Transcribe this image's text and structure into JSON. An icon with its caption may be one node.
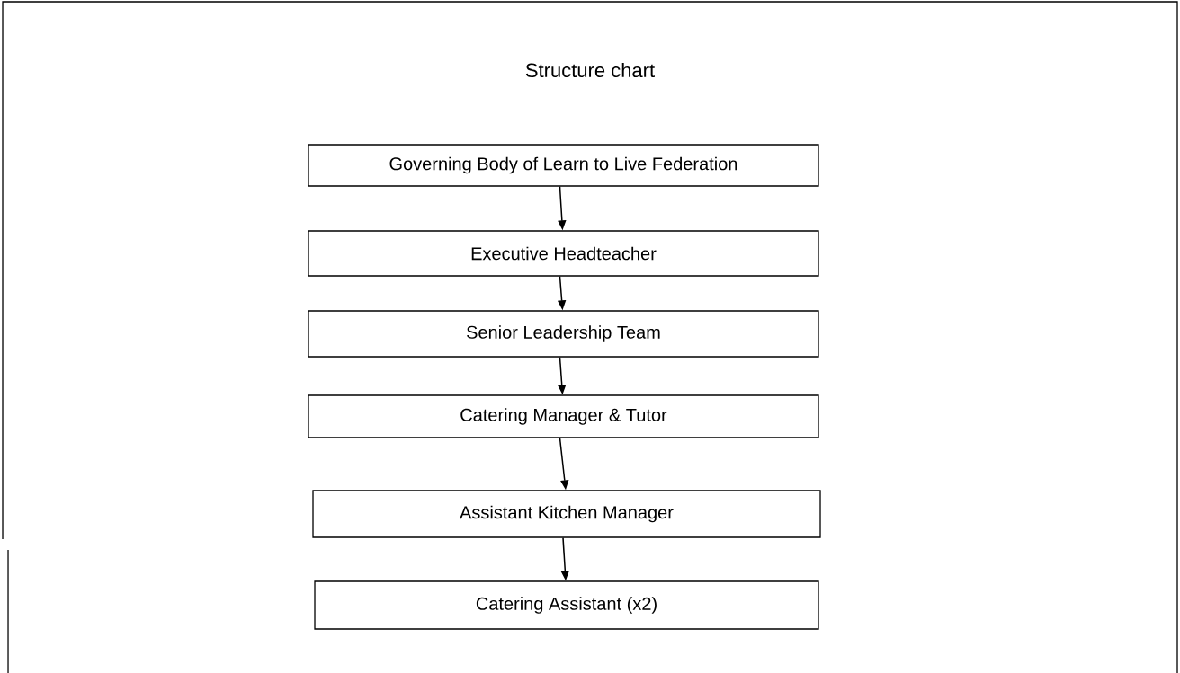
{
  "diagram": {
    "title": "Structure chart",
    "nodes": [
      {
        "text": [
          "Governing Body of Learn to Live Federation"
        ]
      },
      {
        "text": [
          "Executive Headteacher"
        ]
      },
      {
        "text": [
          "Senior Leadership Team"
        ]
      },
      {
        "text": [
          "Catering Manager & Tutor"
        ]
      },
      {
        "text": [
          "Assistant Kitchen Manager"
        ]
      },
      {
        "text": [
          "Catering Assistant (x2)"
        ]
      }
    ],
    "edges": [
      {
        "from": 0,
        "to": 1,
        "arrow": "to"
      },
      {
        "from": 1,
        "to": 2,
        "arrow": "to"
      },
      {
        "from": 2,
        "to": 3,
        "arrow": "to"
      },
      {
        "from": 3,
        "to": 4,
        "arrow": "to"
      },
      {
        "from": 4,
        "to": 5,
        "arrow": "to"
      }
    ]
  }
}
